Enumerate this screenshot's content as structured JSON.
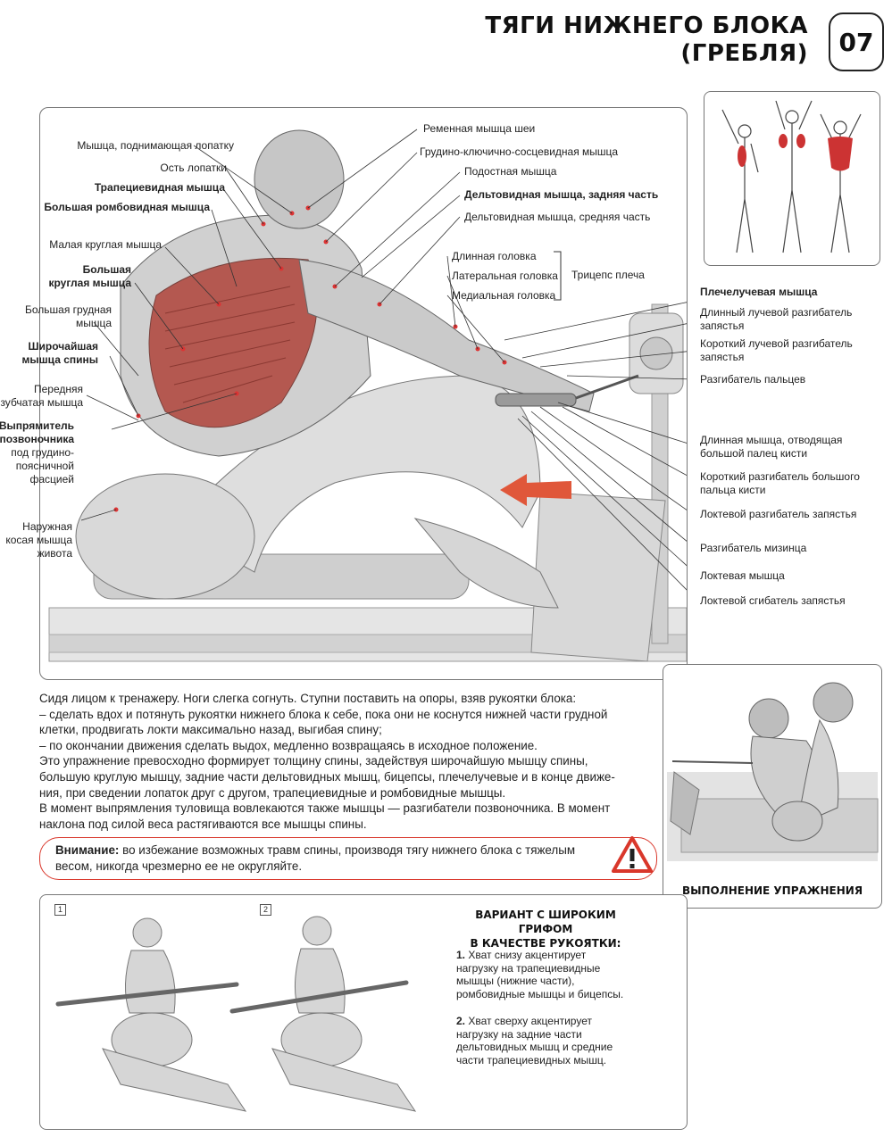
{
  "header": {
    "title_line1": "ТЯГИ НИЖНЕГО БЛОКА",
    "title_line2": "(ГРЕБЛЯ)",
    "number": "07"
  },
  "muscles_left": [
    {
      "text": "Мышца, поднимающая лопатку",
      "bold": false
    },
    {
      "text": "Ость лопатки",
      "bold": false
    },
    {
      "text": "Трапециевидная мышца",
      "bold": true
    },
    {
      "text": "Большая ромбовидная мышца",
      "bold": true
    },
    {
      "text": "Малая круглая мышца",
      "bold": false
    },
    {
      "text": "Большая",
      "bold": true
    },
    {
      "text": "круглая мышца",
      "bold": true
    },
    {
      "text": "Большая грудная",
      "bold": false
    },
    {
      "text": "мышца",
      "bold": false
    },
    {
      "text": "Широчайшая",
      "bold": true
    },
    {
      "text": "мышца спины",
      "bold": true
    },
    {
      "text": "Передняя",
      "bold": false
    },
    {
      "text": "зубчатая мышца",
      "bold": false
    },
    {
      "text": "Выпрямитель",
      "bold": true
    },
    {
      "text": "позвоночника",
      "bold": true
    },
    {
      "text": "под грудино-",
      "bold": false
    },
    {
      "text": "поясничной",
      "bold": false
    },
    {
      "text": "фасцией",
      "bold": false
    },
    {
      "text": "Наружная",
      "bold": false
    },
    {
      "text": "косая мышца",
      "bold": false
    },
    {
      "text": "живота",
      "bold": false
    }
  ],
  "muscles_center": [
    {
      "text": "Ременная мышца шеи",
      "bold": false
    },
    {
      "text": "Грудино-ключично-сосцевидная мышца",
      "bold": false
    },
    {
      "text": "Подостная мышца",
      "bold": false
    },
    {
      "text": "Дельтовидная мышца, задняя часть",
      "bold": true
    },
    {
      "text": "Дельтовидная мышца, средняя часть",
      "bold": false
    },
    {
      "text": "Длинная головка",
      "bold": false
    },
    {
      "text": "Латеральная головка",
      "bold": false
    },
    {
      "text": "Медиальная головка",
      "bold": false
    }
  ],
  "triceps_label": "Трицепс плеча",
  "muscles_right": [
    {
      "text": "Плечелучевая мышца",
      "bold": true
    },
    {
      "text": "Длинный лучевой разгибатель",
      "bold": false
    },
    {
      "text": "запястья",
      "bold": false
    },
    {
      "text": "Короткий лучевой разгибатель",
      "bold": false
    },
    {
      "text": "запястья",
      "bold": false
    },
    {
      "text": "Разгибатель пальцев",
      "bold": false
    },
    {
      "text": "Длинная мышца, отводящая",
      "bold": false
    },
    {
      "text": "большой палец кисти",
      "bold": false
    },
    {
      "text": "Короткий разгибатель большого",
      "bold": false
    },
    {
      "text": "пальца кисти",
      "bold": false
    },
    {
      "text": "Локтевой разгибатель запястья",
      "bold": false
    },
    {
      "text": "Разгибатель мизинца",
      "bold": false
    },
    {
      "text": "Локтевая мышца",
      "bold": false
    },
    {
      "text": "Локтевой сгибатель запястья",
      "bold": false
    }
  ],
  "description": [
    "Сидя лицом к тренажеру. Ноги слегка согнуть. Ступни поставить на опоры, взяв рукоятки блока:",
    "– сделать вдох и потянуть рукоятки нижнего блока к себе, пока они не коснутся нижней части грудной",
    "клетки, продвигать локти максимально назад, выгибая спину;",
    "– по окончании движения сделать выдох, медленно возвращаясь в исходное положение.",
    "Это упражнение превосходно формирует толщину спины, задействуя широчайшую мышцу спины,",
    "большую круглую мышцу, задние части дельтовидных мышц, бицепсы, плечелучевые и в конце движе-",
    "ния, при сведении лопаток друг с другом, трапециевидные и ромбовидные мышцы.",
    "В момент выпрямления туловища вовлекаются также мышцы — разгибатели позвоночника. В момент",
    "наклона под силой веса растягиваются все мышцы спины."
  ],
  "warning": {
    "label": "Внимание:",
    "text_line1": " во избежание возможных травм спины, производя тягу нижнего блока с тяжелым",
    "text_line2": "весом, никогда чрезмерно ее не округляйте."
  },
  "execution_caption": "ВЫПОЛНЕНИЕ УПРАЖНЕНИЯ",
  "variant": {
    "title_line1": "ВАРИАНТ С ШИРОКИМ ГРИФОМ",
    "title_line2": "В КАЧЕСТВЕ РУКОЯТКИ:",
    "frame1": "1",
    "frame2": "2",
    "item1_num": "1.",
    "item1": [
      " Хват снизу акцентирует",
      "нагрузку на трапециевидные",
      "мышцы (нижние части),",
      "ромбовидные мышцы и бицепсы."
    ],
    "item2_num": "2.",
    "item2": [
      " Хват сверху акцентирует",
      "нагрузку на задние части",
      "дельтовидных мышц и средние",
      "части трапециевидных мышц."
    ]
  },
  "colors": {
    "muscle_red": "#b0443a",
    "arrow": "#e0573a",
    "warning_red": "#d9372b"
  }
}
